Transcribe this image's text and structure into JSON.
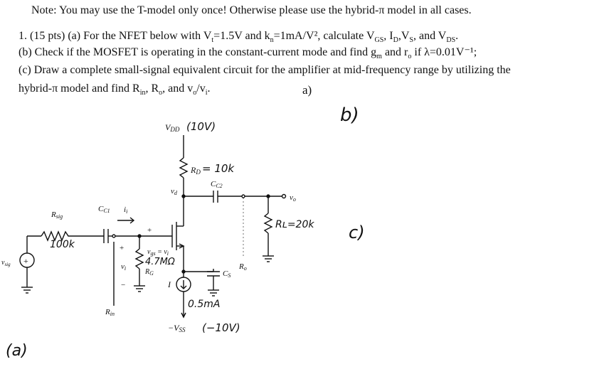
{
  "document": {
    "note": "Note: You may use the T-model only once! Otherwise please use the hybrid-π model in all cases.",
    "q_part1": "1.  (15 pts) (a) For the NFET below with V",
    "q_part1_sub": "t",
    "q_part1_b": "=1.5V and k",
    "q_part1_sub2": "n",
    "q_part1_c": "=1mA/V², calculate V",
    "q_part1_sub3": "GS",
    "q_part1_d": ", I",
    "q_part1_sub4": "D",
    "q_part1_e": ",V",
    "q_part1_sub5": "S",
    "q_part1_f": ", and V",
    "q_part1_sub6": "DS",
    "q_part1_g": ".",
    "q_b": "(b) Check if the MOSFET is operating in the constant-current mode and find g",
    "q_b_sub": "m",
    "q_b_2": " and r",
    "q_b_sub2": "o",
    "q_b_3": " if λ=0.01V⁻¹;",
    "q_c": "(c) Draw a complete small-signal equivalent circuit for the amplifier at mid-frequency range by utilizing the",
    "q_c2": "hybrid-π model and find R",
    "q_c2_sub": "in",
    "q_c2_b": ", R",
    "q_c2_sub2": "o",
    "q_c2_c": ", and v",
    "q_c2_sub3": "o",
    "q_c2_d": "/v",
    "q_c2_sub4": "i",
    "q_c2_e": ".",
    "label_a": "a)"
  },
  "handwriting": {
    "b": "b)",
    "c": "c)",
    "a": "(a)",
    "vdd": "(10V)",
    "rd": "= 10k",
    "rl": "Rʟ=20k",
    "rsig": "100k",
    "rg": "4.7MΩ",
    "current": "0.5mA",
    "vss": "(−10V)"
  },
  "circuit": {
    "vdd": "V",
    "vdd_sub": "DD",
    "rd": "R",
    "rd_sub": "D",
    "cc2": "C",
    "cc2_sub": "C2",
    "vd": "v",
    "vd_sub": "d",
    "vo": "v",
    "vo_sub": "o",
    "rsig": "R",
    "rsig_sub": "sig",
    "cc1": "C",
    "cc1_sub": "C1",
    "ii": "i",
    "ii_sub": "i",
    "vgs": "v",
    "vgs_sub": "gs",
    "vgs_eq": " = v",
    "vgs_eq_sub": "i",
    "vi": "v",
    "vi_sub": "i",
    "rg": "R",
    "rg_sub": "G",
    "rin": "R",
    "rin_sub": "in",
    "i_src": "I",
    "cs": "C",
    "cs_sub": "S",
    "ro": "R",
    "ro_sub": "o",
    "vss": "−V",
    "vss_sub": "SS",
    "vsig": "v",
    "vsig_sub": "sig",
    "plus": "+",
    "minus": "−"
  }
}
